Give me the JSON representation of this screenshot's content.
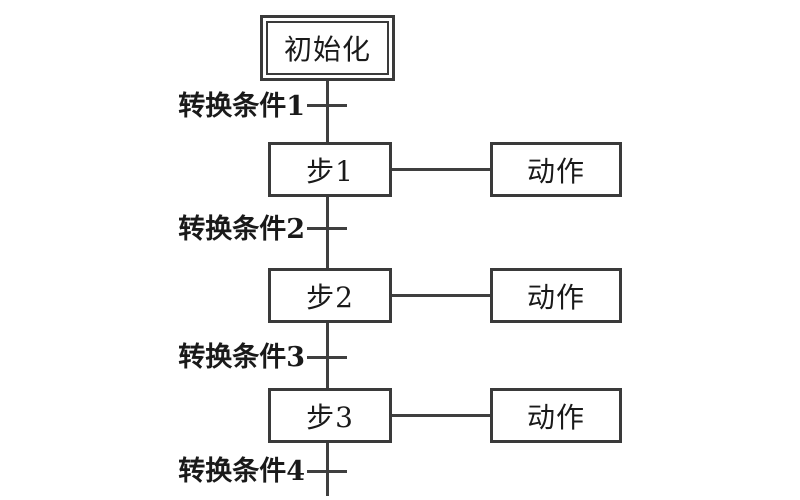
{
  "diagram": {
    "type": "sequential-function-chart",
    "initial_step": {
      "label": "初始化"
    },
    "transitions": [
      {
        "label": "转换条件1"
      },
      {
        "label": "转换条件2"
      },
      {
        "label": "转换条件3"
      },
      {
        "label": "转换条件4"
      }
    ],
    "steps": [
      {
        "label": "步1",
        "action_label": "动作"
      },
      {
        "label": "步2",
        "action_label": "动作"
      },
      {
        "label": "步3",
        "action_label": "动作"
      }
    ],
    "colors": {
      "background": "#ffffff",
      "line": "#3f3f3f",
      "border": "#3a3a3a",
      "text": "#1a1a1a"
    }
  }
}
